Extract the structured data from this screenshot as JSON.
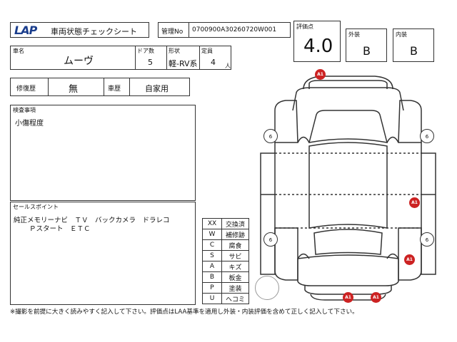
{
  "header": {
    "logo_text": "LAP",
    "title": "車両状態チェックシート",
    "mgmt_label": "管理No",
    "mgmt_value": "0700900A30260720W001"
  },
  "score": {
    "label": "評価点",
    "value": "4.0"
  },
  "exterior": {
    "label": "外装",
    "value": "B"
  },
  "interior": {
    "label": "内装",
    "value": "B"
  },
  "vehicle": {
    "name_label": "車名",
    "name_value": "ムーヴ",
    "doors_label": "ドア数",
    "doors_value": "5",
    "shape_label": "形状",
    "shape_value": "軽-RV系",
    "capacity_label": "定員",
    "capacity_value": "4",
    "capacity_unit": "人"
  },
  "history": {
    "repair_label": "修復歴",
    "repair_value": "無",
    "vehicle_history_label": "車歴",
    "vehicle_history_value": "自家用"
  },
  "inspection": {
    "label": "検査事項",
    "text": "小傷程度"
  },
  "selling_points": {
    "label": "セールスポイント",
    "line1": "純正メモリーナビ　ＴＶ　バックカメラ　ドラレコ",
    "line2": "Ｐスタート　ＥＴＣ"
  },
  "legend": [
    {
      "code": "XX",
      "meaning": "交換済"
    },
    {
      "code": "W",
      "meaning": "補修跡"
    },
    {
      "code": "C",
      "meaning": "腐食"
    },
    {
      "code": "S",
      "meaning": "サビ"
    },
    {
      "code": "A",
      "meaning": "キズ"
    },
    {
      "code": "B",
      "meaning": "板金"
    },
    {
      "code": "P",
      "meaning": "塗装"
    },
    {
      "code": "U",
      "meaning": "ヘコミ"
    }
  ],
  "diagram": {
    "tire_label": "6",
    "damage_label": "A1",
    "accent_color": "#cc2222"
  },
  "footer": "※撮影を前提に大きく読みやすく記入して下さい。評価点はLAA基準を適用し外装・内装評価を含めて正しく記入して下さい。"
}
